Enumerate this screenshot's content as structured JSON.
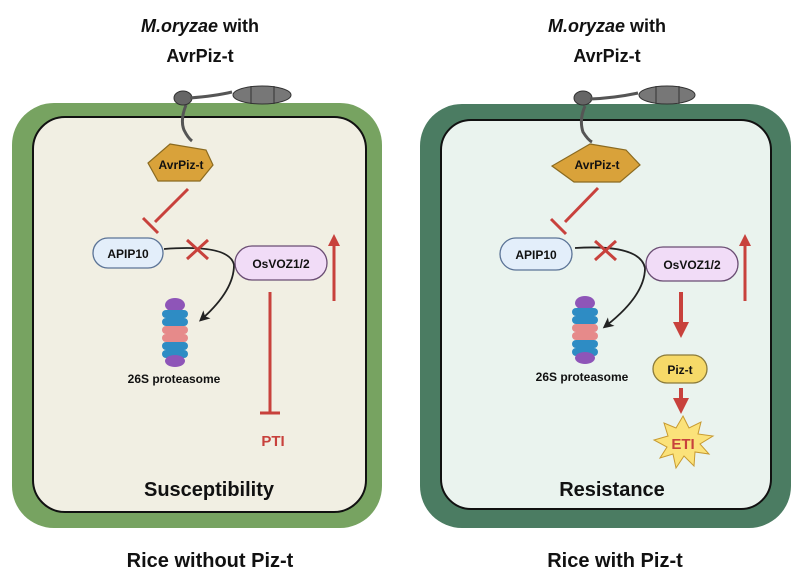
{
  "panels": [
    {
      "title_italic": "M.oryzae",
      "title_rest": " with",
      "title_line2": "AvrPiz-t",
      "effector": "AvrPiz-t",
      "apip": "APIP10",
      "osvoz": "OsVOZ1/2",
      "proteasome": "26S proteasome",
      "outcome_node": "PTI",
      "outcome": "Susceptibility",
      "caption": "Rice without Piz-t",
      "wall_color": "#77a361",
      "cell_color": "#f1efe3"
    },
    {
      "title_italic": "M.oryzae",
      "title_rest": " with",
      "title_line2": "AvrPiz-t",
      "effector": "AvrPiz-t",
      "apip": "APIP10",
      "osvoz": "OsVOZ1/2",
      "proteasome": "26S proteasome",
      "receptor": "Piz-t",
      "outcome_node": "ETI",
      "outcome": "Resistance",
      "caption": "Rice with Piz-t",
      "wall_color": "#4b7c62",
      "cell_color": "#eaf3ee"
    }
  ],
  "colors": {
    "inhibit": "#c8413c",
    "effector_fill": "#d9a23a",
    "apip_fill": "#e3eefa",
    "osvoz_fill": "#f1dcf7",
    "pizt_fill": "#f6d968",
    "eti_fill": "#fbe27a"
  }
}
